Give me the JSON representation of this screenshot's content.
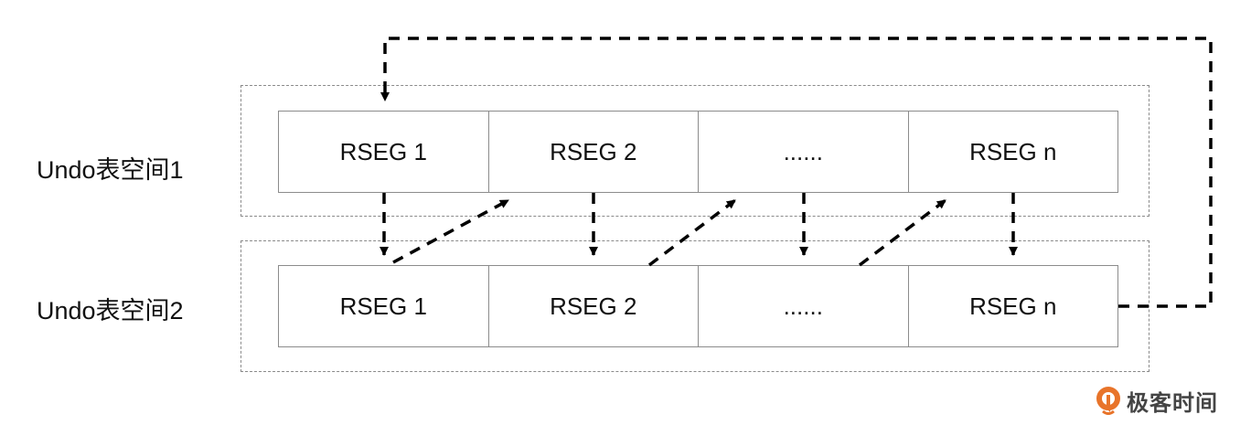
{
  "tablespaces": [
    {
      "label": "Undo表空间1",
      "segments": [
        "RSEG 1",
        "RSEG 2",
        "......",
        "RSEG n"
      ]
    },
    {
      "label": "Undo表空间2",
      "segments": [
        "RSEG 1",
        "RSEG 2",
        "......",
        "RSEG n"
      ]
    }
  ],
  "connections": [
    {
      "from": "tablespace1.RSEG 1",
      "to": "tablespace2.RSEG 1",
      "style": "dashed-arrow"
    },
    {
      "from": "tablespace2.RSEG 1",
      "to": "tablespace1.RSEG 2",
      "style": "dashed-arrow"
    },
    {
      "from": "tablespace1.RSEG 2",
      "to": "tablespace2.RSEG 2",
      "style": "dashed-arrow"
    },
    {
      "from": "tablespace2.RSEG 2",
      "to": "tablespace1.......",
      "style": "dashed-arrow"
    },
    {
      "from": "tablespace1.......",
      "to": "tablespace2.......",
      "style": "dashed-arrow"
    },
    {
      "from": "tablespace2.......",
      "to": "tablespace1.RSEG n",
      "style": "dashed-arrow"
    },
    {
      "from": "tablespace1.RSEG n",
      "to": "tablespace2.RSEG n",
      "style": "dashed-arrow"
    },
    {
      "from": "tablespace2.RSEG n",
      "to": "tablespace1.RSEG 1",
      "style": "dashed-loop-back"
    }
  ],
  "colors": {
    "arrow": "#000000",
    "container_border": "#8a8a8a",
    "cell_border": "#8c8c8c",
    "logo_orange": "#e8742a",
    "logo_text": "#444444"
  },
  "logo": {
    "text": "极客时间"
  }
}
